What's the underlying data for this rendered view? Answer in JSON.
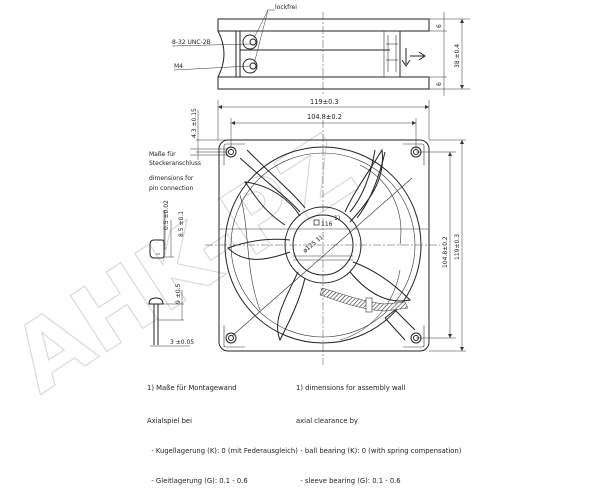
{
  "watermark": "AHK-PZ",
  "side_view": {
    "label_lockfrei": "lockfrei",
    "label_thread_unc": "8-32 UNC-2B",
    "label_thread_m4": "M4",
    "dim_flange_top": "6",
    "dim_flange_bottom": "6",
    "dim_depth": "38 ±0.4"
  },
  "front_view": {
    "dim_width_outer": "119±0.3",
    "dim_width_holes": "104.8±0.2",
    "dim_hole_offset": "4.3 ±0.15",
    "dim_height_holes": "104.8±0.2",
    "dim_height_outer": "119±0.3",
    "label_square": "116",
    "label_square_note": "1)",
    "label_diameter": "ø125 1)"
  },
  "pin_detail": {
    "label_de_line1": "Maße für",
    "label_de_line2": "Steckeranschluss",
    "label_en_line1": "dimensions for",
    "label_en_line2": "pin connection",
    "dim_pin_thickness": "0.5 ±0.02",
    "dim_pin_width": "8.5 ±0.1",
    "dim_pin_length": "9 ±0.5",
    "dim_pin_spacing": "3 ±0.05"
  },
  "notes_de": {
    "footnote": "1) Maße für Montagewand",
    "heading": "Axialspiel bei",
    "item1": "  - Kugellagerung (K): 0 (mit Federausgleich)",
    "item2": "  - Gleitlagerung (G): 0.1 - 0.6"
  },
  "notes_en": {
    "footnote": "1) dimensions for assembly wall",
    "heading": "axial clearance by",
    "item1": "  - ball bearing (K): 0 (with spring compensation)",
    "item2": "  - sleeve bearing (G): 0.1 - 0.6"
  }
}
